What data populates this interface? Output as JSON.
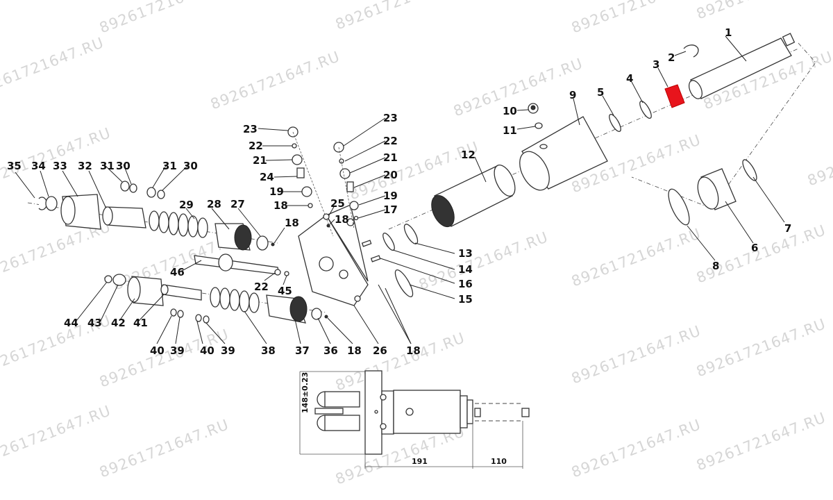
{
  "diagram": {
    "type": "exploded-parts-diagram",
    "subject": "hydraulic power unit / pump motor assembly",
    "highlight_color": "#e8141c",
    "highlighted_part": "3",
    "watermark": "89261721647.RU",
    "labels": {
      "p1": "1",
      "p2": "2",
      "p3": "3",
      "p4": "4",
      "p5": "5",
      "p6": "6",
      "p7": "7",
      "p8": "8",
      "p9": "9",
      "p10": "10",
      "p11": "11",
      "p12": "12",
      "p13": "13",
      "p14": "14",
      "p15": "15",
      "p16": "16",
      "p17": "17",
      "p18a": "18",
      "p18b": "18",
      "p18c": "18",
      "p18d": "18",
      "p18e": "18",
      "p18f": "18",
      "p19a": "19",
      "p19b": "19",
      "p20": "20",
      "p21a": "21",
      "p21b": "21",
      "p22a": "22",
      "p22b": "22",
      "p22c": "22",
      "p23a": "23",
      "p23b": "23",
      "p24": "24",
      "p25": "25",
      "p26": "26",
      "p27": "27",
      "p28": "28",
      "p29": "29",
      "p30a": "30",
      "p30b": "30",
      "p31a": "31",
      "p31b": "31",
      "p32": "32",
      "p33": "33",
      "p34": "34",
      "p35": "35",
      "p36": "36",
      "p37": "37",
      "p38": "38",
      "p39a": "39",
      "p39b": "39",
      "p40a": "40",
      "p40b": "40",
      "p41": "41",
      "p42": "42",
      "p43": "43",
      "p44": "44",
      "p45": "45",
      "p46": "46"
    },
    "dimensions": {
      "height": "148±0.23",
      "body_length": "191",
      "extension_length": "110"
    }
  }
}
